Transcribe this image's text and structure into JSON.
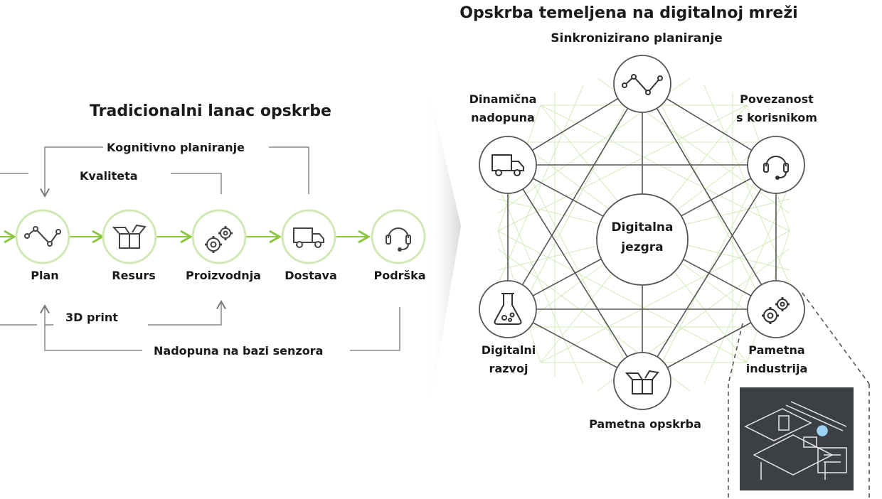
{
  "left": {
    "title": "Tradicionalni lanac opskrbe",
    "feedback": {
      "cognitive": "Kognitivno planiranje",
      "quality": "Kvaliteta",
      "print3d": "3D print",
      "sensor": "Nadopuna na bazi senzora"
    },
    "steps": [
      {
        "label": "Plan",
        "icon": "line-chart-icon"
      },
      {
        "label": "Resurs",
        "icon": "open-box-icon"
      },
      {
        "label": "Proizvodnja",
        "icon": "gears-icon"
      },
      {
        "label": "Dostava",
        "icon": "truck-icon"
      },
      {
        "label": "Podrška",
        "icon": "headset-icon"
      }
    ]
  },
  "right": {
    "title": "Opskrba temeljena na digitalnoj mreži",
    "core": {
      "line1": "Digitalna",
      "line2": "jezgra"
    },
    "nodes": {
      "top": {
        "label": "Sinkronizirano planiranje",
        "icon": "line-chart-icon"
      },
      "top_left": {
        "line1": "Dinamična",
        "line2": "nadopuna",
        "icon": "truck-icon"
      },
      "top_right": {
        "line1": "Povezanost",
        "line2": "s korisnikom",
        "icon": "headset-icon"
      },
      "bottom_left": {
        "line1": "Digitalni",
        "line2": "razvoj",
        "icon": "flask-icon"
      },
      "bottom_right": {
        "line1": "Pametna",
        "line2": "industrija",
        "icon": "gears-icon"
      },
      "bottom": {
        "label": "Pametna opskrba",
        "icon": "open-box-icon"
      }
    }
  },
  "colors": {
    "accent_green": "#8cc63f",
    "mesh_green": "#cfe8b4",
    "line_gray": "#555555",
    "panel_dark": "#3c3f44"
  }
}
